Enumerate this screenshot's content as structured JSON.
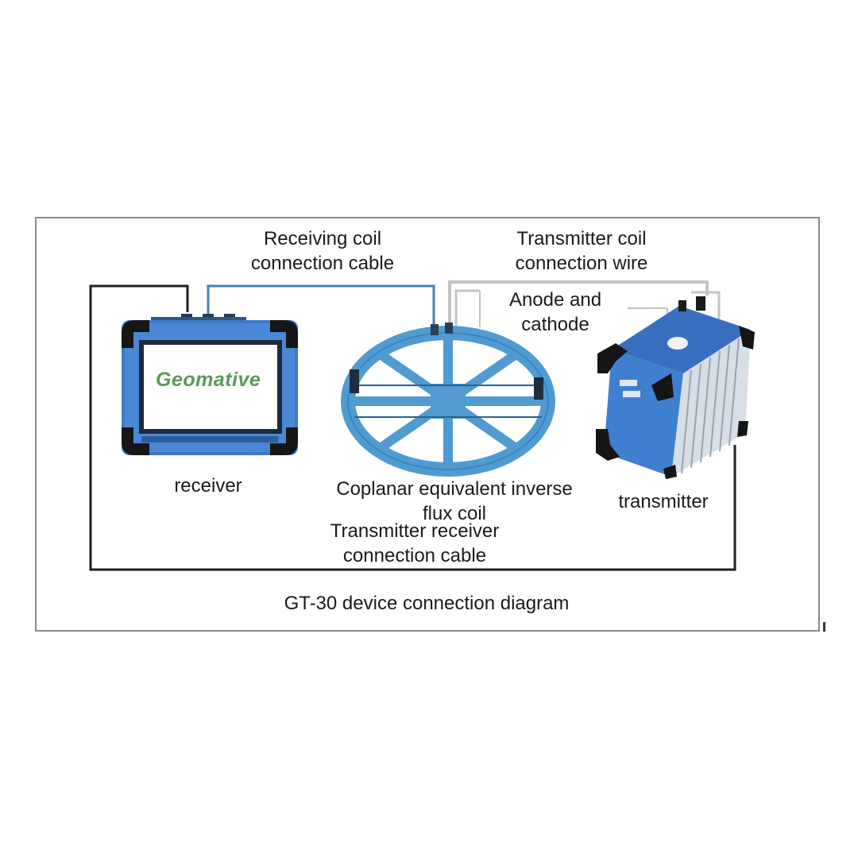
{
  "labels": {
    "receiving_coil_cable": [
      "Receiving coil",
      "connection cable"
    ],
    "transmitter_coil_wire": [
      "Transmitter coil",
      "connection wire"
    ],
    "anode_cathode": [
      "Anode and",
      "cathode"
    ],
    "receiver": "receiver",
    "coil": [
      "Coplanar equivalent inverse",
      "flux coil"
    ],
    "transmitter": "transmitter",
    "tx_rx_cable": [
      "Transmitter receiver",
      "connection cable"
    ],
    "caption": "GT-30 device connection diagram"
  },
  "receiver_screen": {
    "logo": "Geomative"
  },
  "colors": {
    "device_blue": "#3f7fd0",
    "coil_blue": "#5aa6d8",
    "receiving_cable": "#4a7fb5",
    "transmitter_wire": "#c8c8c8",
    "tx_rx_cable": "#1a1a1a"
  }
}
